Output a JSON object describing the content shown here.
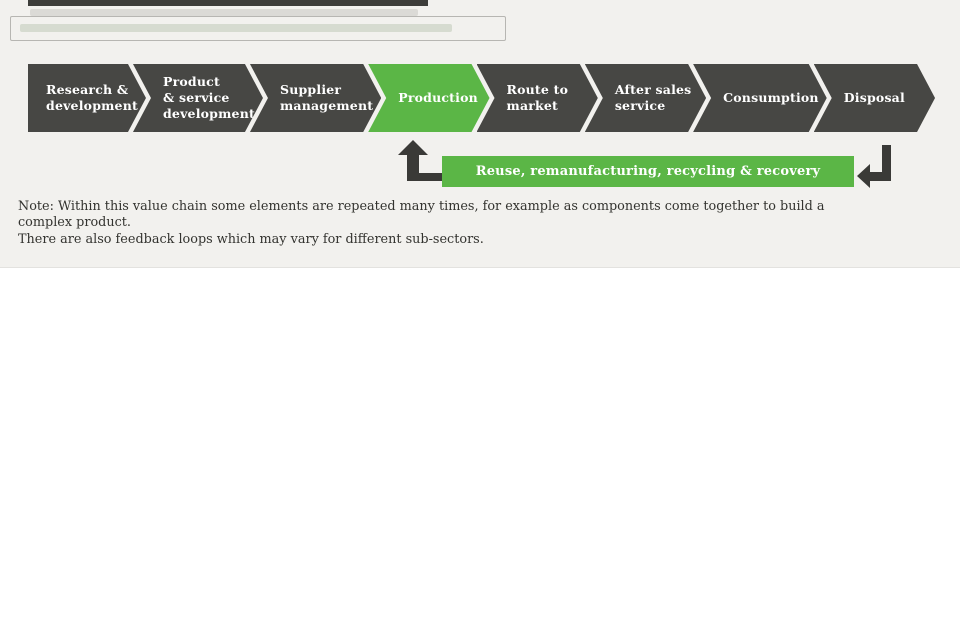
{
  "colors": {
    "panel_background": "#f2f1ee",
    "step_dark": "#474744",
    "step_green": "#5bb646",
    "arrow": "#3a3a37",
    "text_on_step": "#ffffff",
    "note_text": "#33332f"
  },
  "value_chain": {
    "steps": [
      {
        "id": "research-development",
        "label": "Research &\ndevelopment",
        "highlight": false
      },
      {
        "id": "product-service-development",
        "label": "Product\n& service\ndevelopment",
        "highlight": false
      },
      {
        "id": "supplier-management",
        "label": "Supplier\nmanagement",
        "highlight": false
      },
      {
        "id": "production",
        "label": "Production",
        "highlight": true
      },
      {
        "id": "route-to-market",
        "label": "Route to\nmarket",
        "highlight": false
      },
      {
        "id": "after-sales-service",
        "label": "After sales\nservice",
        "highlight": false
      },
      {
        "id": "consumption",
        "label": "Consumption",
        "highlight": false
      },
      {
        "id": "disposal",
        "label": "Disposal",
        "highlight": false
      }
    ]
  },
  "loop": {
    "label": "Reuse, remanufacturing, recycling & recovery"
  },
  "note": {
    "text": "Note: Within this value chain some elements are repeated many times, for example as components come together to build a complex product.\nThere are also feedback loops which may vary for different sub-sectors."
  }
}
